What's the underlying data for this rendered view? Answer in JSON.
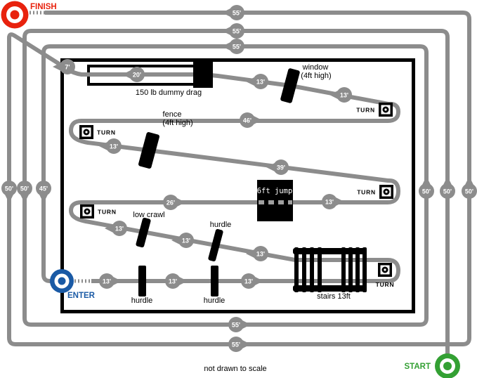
{
  "labels": {
    "finish": "FINISH",
    "start": "START",
    "enter": "ENTER",
    "turn": "TURN",
    "not_to_scale": "not drawn to scale"
  },
  "obstacles": {
    "dummy_drag": "150 lb dummy drag",
    "window1": "window",
    "window2": "(4ft high)",
    "fence1": "fence",
    "fence2": "(4ft high)",
    "jump": "6ft jump",
    "low_crawl": "low crawl",
    "hurdle1": "hurdle",
    "hurdle2": "hurdle",
    "hurdle3": "hurdle",
    "stairs": "stairs  13ft"
  },
  "distances": [
    "55'",
    "55'",
    "55'",
    "50'",
    "50'",
    "45'",
    "50'",
    "50'",
    "50'",
    "55'",
    "55'",
    "7'",
    "20'",
    "13'",
    "13'",
    "46'",
    "13'",
    "39'",
    "26'",
    "13'",
    "13'",
    "13'",
    "13'",
    "13'",
    "13'",
    "13'"
  ],
  "colors": {
    "path_gray": "#8c8c8c",
    "finish_red": "#e8220d",
    "enter_blue": "#1a5aa5",
    "start_green": "#33a033",
    "obstacle_black": "#000000"
  }
}
